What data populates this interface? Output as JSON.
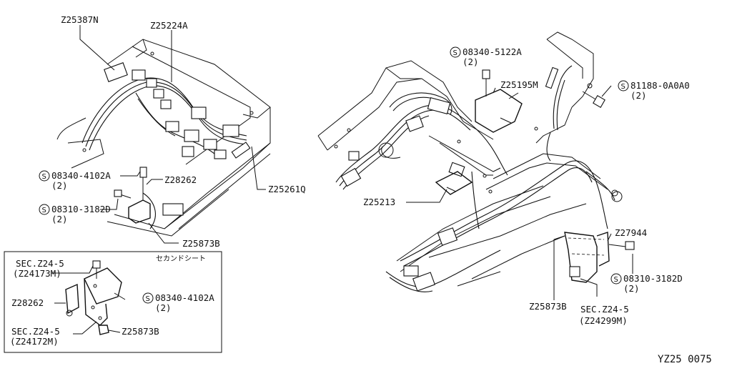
{
  "labels": {
    "z25387n": "Z25387N",
    "z25224a": "Z25224A",
    "z25261q": "Z25261Q",
    "z28262": "Z28262",
    "z25873b": "Z25873B",
    "z25213": "Z25213",
    "z25195m": "Z25195M",
    "z27944": "Z27944",
    "z25873b_right": "Z25873B",
    "sec_z24_5_right": "SEC.Z24-5",
    "z24299m": "(Z24299M)"
  },
  "bolts": {
    "b08340_4102a": "08340-4102A",
    "b08340_4102a_qty": "(2)",
    "b08310_3182d": "08310-3182D",
    "b08310_3182d_qty": "(2)",
    "b08340_5122a": "08340-5122A",
    "b08340_5122a_qty": "(2)",
    "b81188_0a0a0": "81188-0A0A0",
    "b81188_0a0a0_qty": "(2)",
    "b08310_3182d_right": "08310-3182D",
    "b08310_3182d_right_qty": "(2)"
  },
  "inset": {
    "title": "セカンドシート",
    "sec_top": "SEC.Z24-5",
    "sec_top_ref": "(Z24173M)",
    "z28262": "Z28262",
    "bolt": "08340-4102A",
    "bolt_qty": "(2)",
    "sec_bottom": "SEC.Z24-5",
    "sec_bottom_ref": "(Z24172M)",
    "z25873b": "Z25873B"
  },
  "marker_glyph": "S",
  "diagram_code": "YZ25 0075"
}
